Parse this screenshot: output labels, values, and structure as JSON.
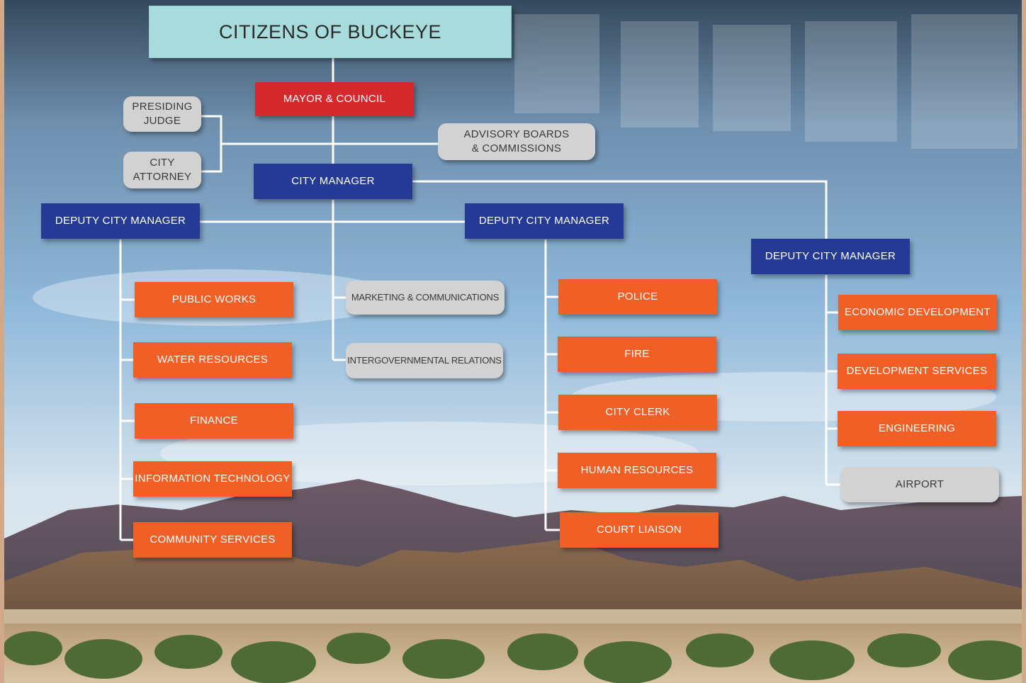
{
  "colors": {
    "title_fill": "#a8dcdc",
    "mayor_fill": "#d42a2e",
    "manager_fill": "#253a94",
    "department_fill": "#ef5f26",
    "advisory_fill": "#d2d2d2",
    "connector": "#ffffff"
  },
  "org": {
    "citizens": "CITIZENS OF BUCKEYE",
    "mayor": "MAYOR & COUNCIL",
    "presiding_judge": "PRESIDING JUDGE",
    "city_attorney": "CITY ATTORNEY",
    "advisory": "ADVISORY BOARDS & COMMISSIONS",
    "city_manager": "CITY MANAGER",
    "marketing": "MARKETING & COMMUNICATIONS",
    "intergov": "INTERGOVERNMENTAL RELATIONS",
    "deputy_left": {
      "label": "DEPUTY CITY MANAGER",
      "departments": [
        "PUBLIC WORKS",
        "WATER RESOURCES",
        "FINANCE",
        "INFORMATION TECHNOLOGY",
        "COMMUNITY SERVICES"
      ]
    },
    "deputy_mid": {
      "label": "DEPUTY CITY MANAGER",
      "departments": [
        "POLICE",
        "FIRE",
        "CITY CLERK",
        "HUMAN RESOURCES",
        "COURT LIAISON"
      ]
    },
    "deputy_right": {
      "label": "DEPUTY CITY MANAGER",
      "departments": [
        "ECONOMIC DEVELOPMENT",
        "DEVELOPMENT SERVICES",
        "ENGINEERING",
        "AIRPORT"
      ]
    }
  }
}
